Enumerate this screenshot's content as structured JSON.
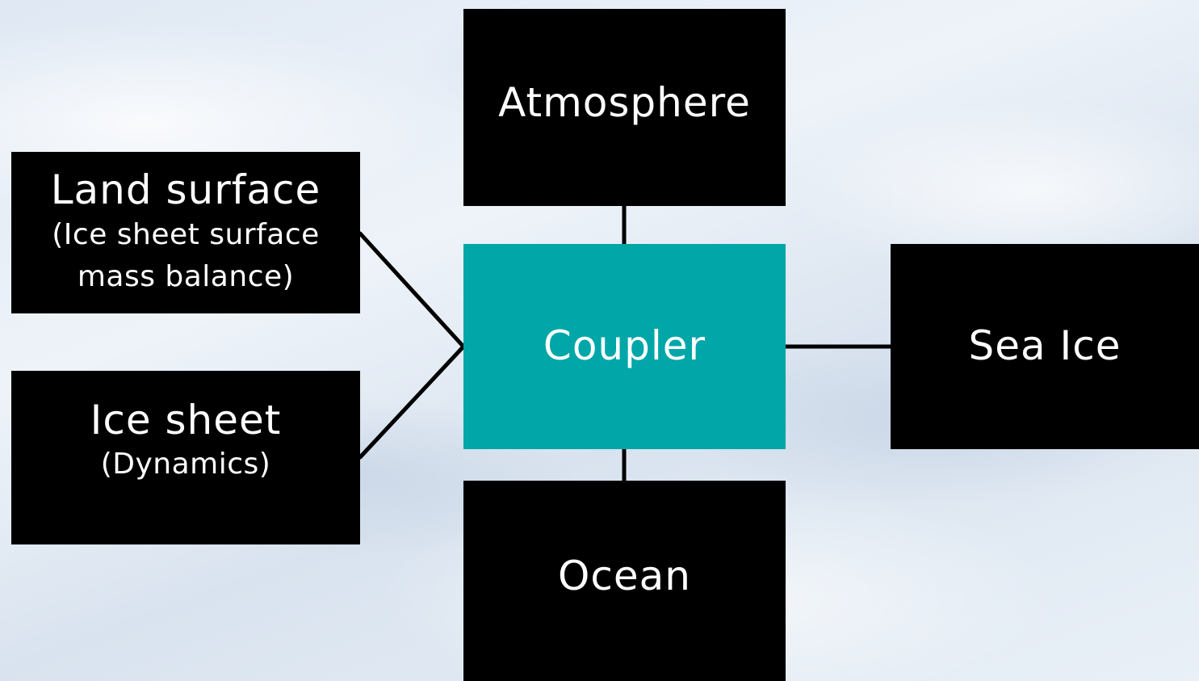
{
  "diagram": {
    "nodes": {
      "atmosphere": {
        "title": "Atmosphere"
      },
      "land_surface": {
        "title": "Land surface",
        "subtitle_line1": "(Ice sheet surface",
        "subtitle_line2": "mass balance)"
      },
      "ice_sheet": {
        "title": "Ice sheet",
        "subtitle": "(Dynamics)"
      },
      "coupler": {
        "title": "Coupler"
      },
      "sea_ice": {
        "title": "Sea Ice"
      },
      "ocean": {
        "title": "Ocean"
      }
    },
    "edges": [
      {
        "from": "atmosphere",
        "to": "coupler"
      },
      {
        "from": "land_surface",
        "to": "coupler"
      },
      {
        "from": "ice_sheet",
        "to": "coupler"
      },
      {
        "from": "sea_ice",
        "to": "coupler"
      },
      {
        "from": "ocean",
        "to": "coupler"
      }
    ],
    "colors": {
      "component_box": "#000000",
      "coupler_box": "#01a6a8",
      "text": "#ffffff",
      "connector": "#000000"
    }
  }
}
